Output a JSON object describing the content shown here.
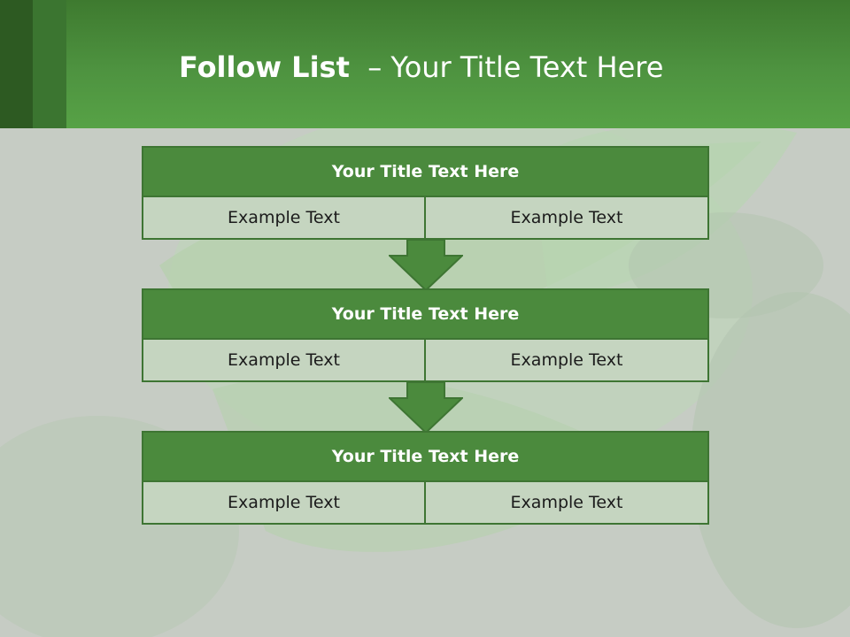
{
  "header": {
    "title_bold": "Follow List",
    "title_rest": "  – Your Title Text Here"
  },
  "steps": [
    {
      "title": "Your Title Text Here",
      "left": "Example Text",
      "right": "Example Text"
    },
    {
      "title": "Your Title Text Here",
      "left": "Example Text",
      "right": "Example Text"
    },
    {
      "title": "Your Title Text Here",
      "left": "Example Text",
      "right": "Example Text"
    }
  ],
  "colors": {
    "header_green": "#4e9340",
    "box_title_green": "#4b8a3d",
    "box_cell_fill": "#c5d5c0",
    "border_green": "#3e7533"
  }
}
